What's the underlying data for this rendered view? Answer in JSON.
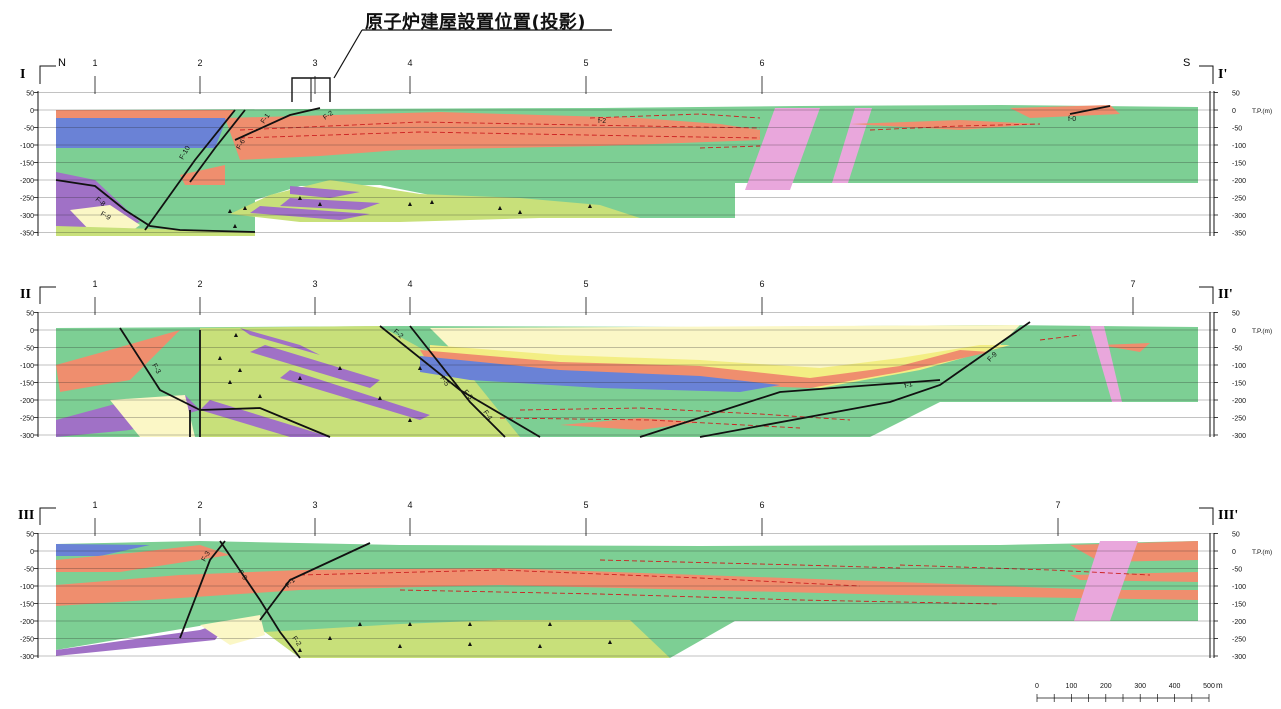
{
  "title": "原子炉建屋設置位置(投影)",
  "colors": {
    "green": "#7dcf94",
    "orange": "#ef8e6e",
    "purple": "#a071c6",
    "blue": "#6a82d6",
    "yellow": "#f3ee84",
    "lightyellow": "#fbf7c6",
    "lime": "#c8e07a",
    "pink": "#e9a7dc",
    "dash": "#cc2222",
    "fault": "#111111"
  },
  "sections": [
    {
      "id": "I",
      "left_label": "I",
      "right_label": "I'",
      "left_end": "N",
      "right_end": "S",
      "unit_label": "T.P.(m)",
      "elevation_ticks": [
        "50",
        "0",
        "-50",
        "-100",
        "-150",
        "-200",
        "-250",
        "-300",
        "-350"
      ],
      "stations": [
        "1",
        "2",
        "3",
        "4",
        "5",
        "6"
      ],
      "faults": [
        "F-1",
        "F-2",
        "F-6",
        "F-8",
        "F-9",
        "F-10",
        "f-2",
        "f-0"
      ]
    },
    {
      "id": "II",
      "left_label": "II",
      "right_label": "II'",
      "unit_label": "T.P.(m)",
      "elevation_ticks": [
        "50",
        "0",
        "-50",
        "-100",
        "-150",
        "-200",
        "-250",
        "-300"
      ],
      "stations": [
        "1",
        "2",
        "3",
        "4",
        "5",
        "6",
        "7"
      ],
      "faults": [
        "F-2",
        "F-3",
        "F-4",
        "F-5",
        "F-9",
        "f-1"
      ]
    },
    {
      "id": "III",
      "left_label": "III",
      "right_label": "III'",
      "unit_label": "T.P.(m)",
      "elevation_ticks": [
        "50",
        "0",
        "-50",
        "-100",
        "-150",
        "-200",
        "-250",
        "-300"
      ],
      "stations": [
        "1",
        "2",
        "3",
        "4",
        "5",
        "6",
        "7"
      ],
      "faults": [
        "F-1",
        "F-2",
        "F-3",
        "F-9"
      ]
    }
  ],
  "scale_bar": {
    "ticks": [
      "0",
      "100",
      "200",
      "300",
      "400",
      "500"
    ],
    "unit": "m"
  }
}
